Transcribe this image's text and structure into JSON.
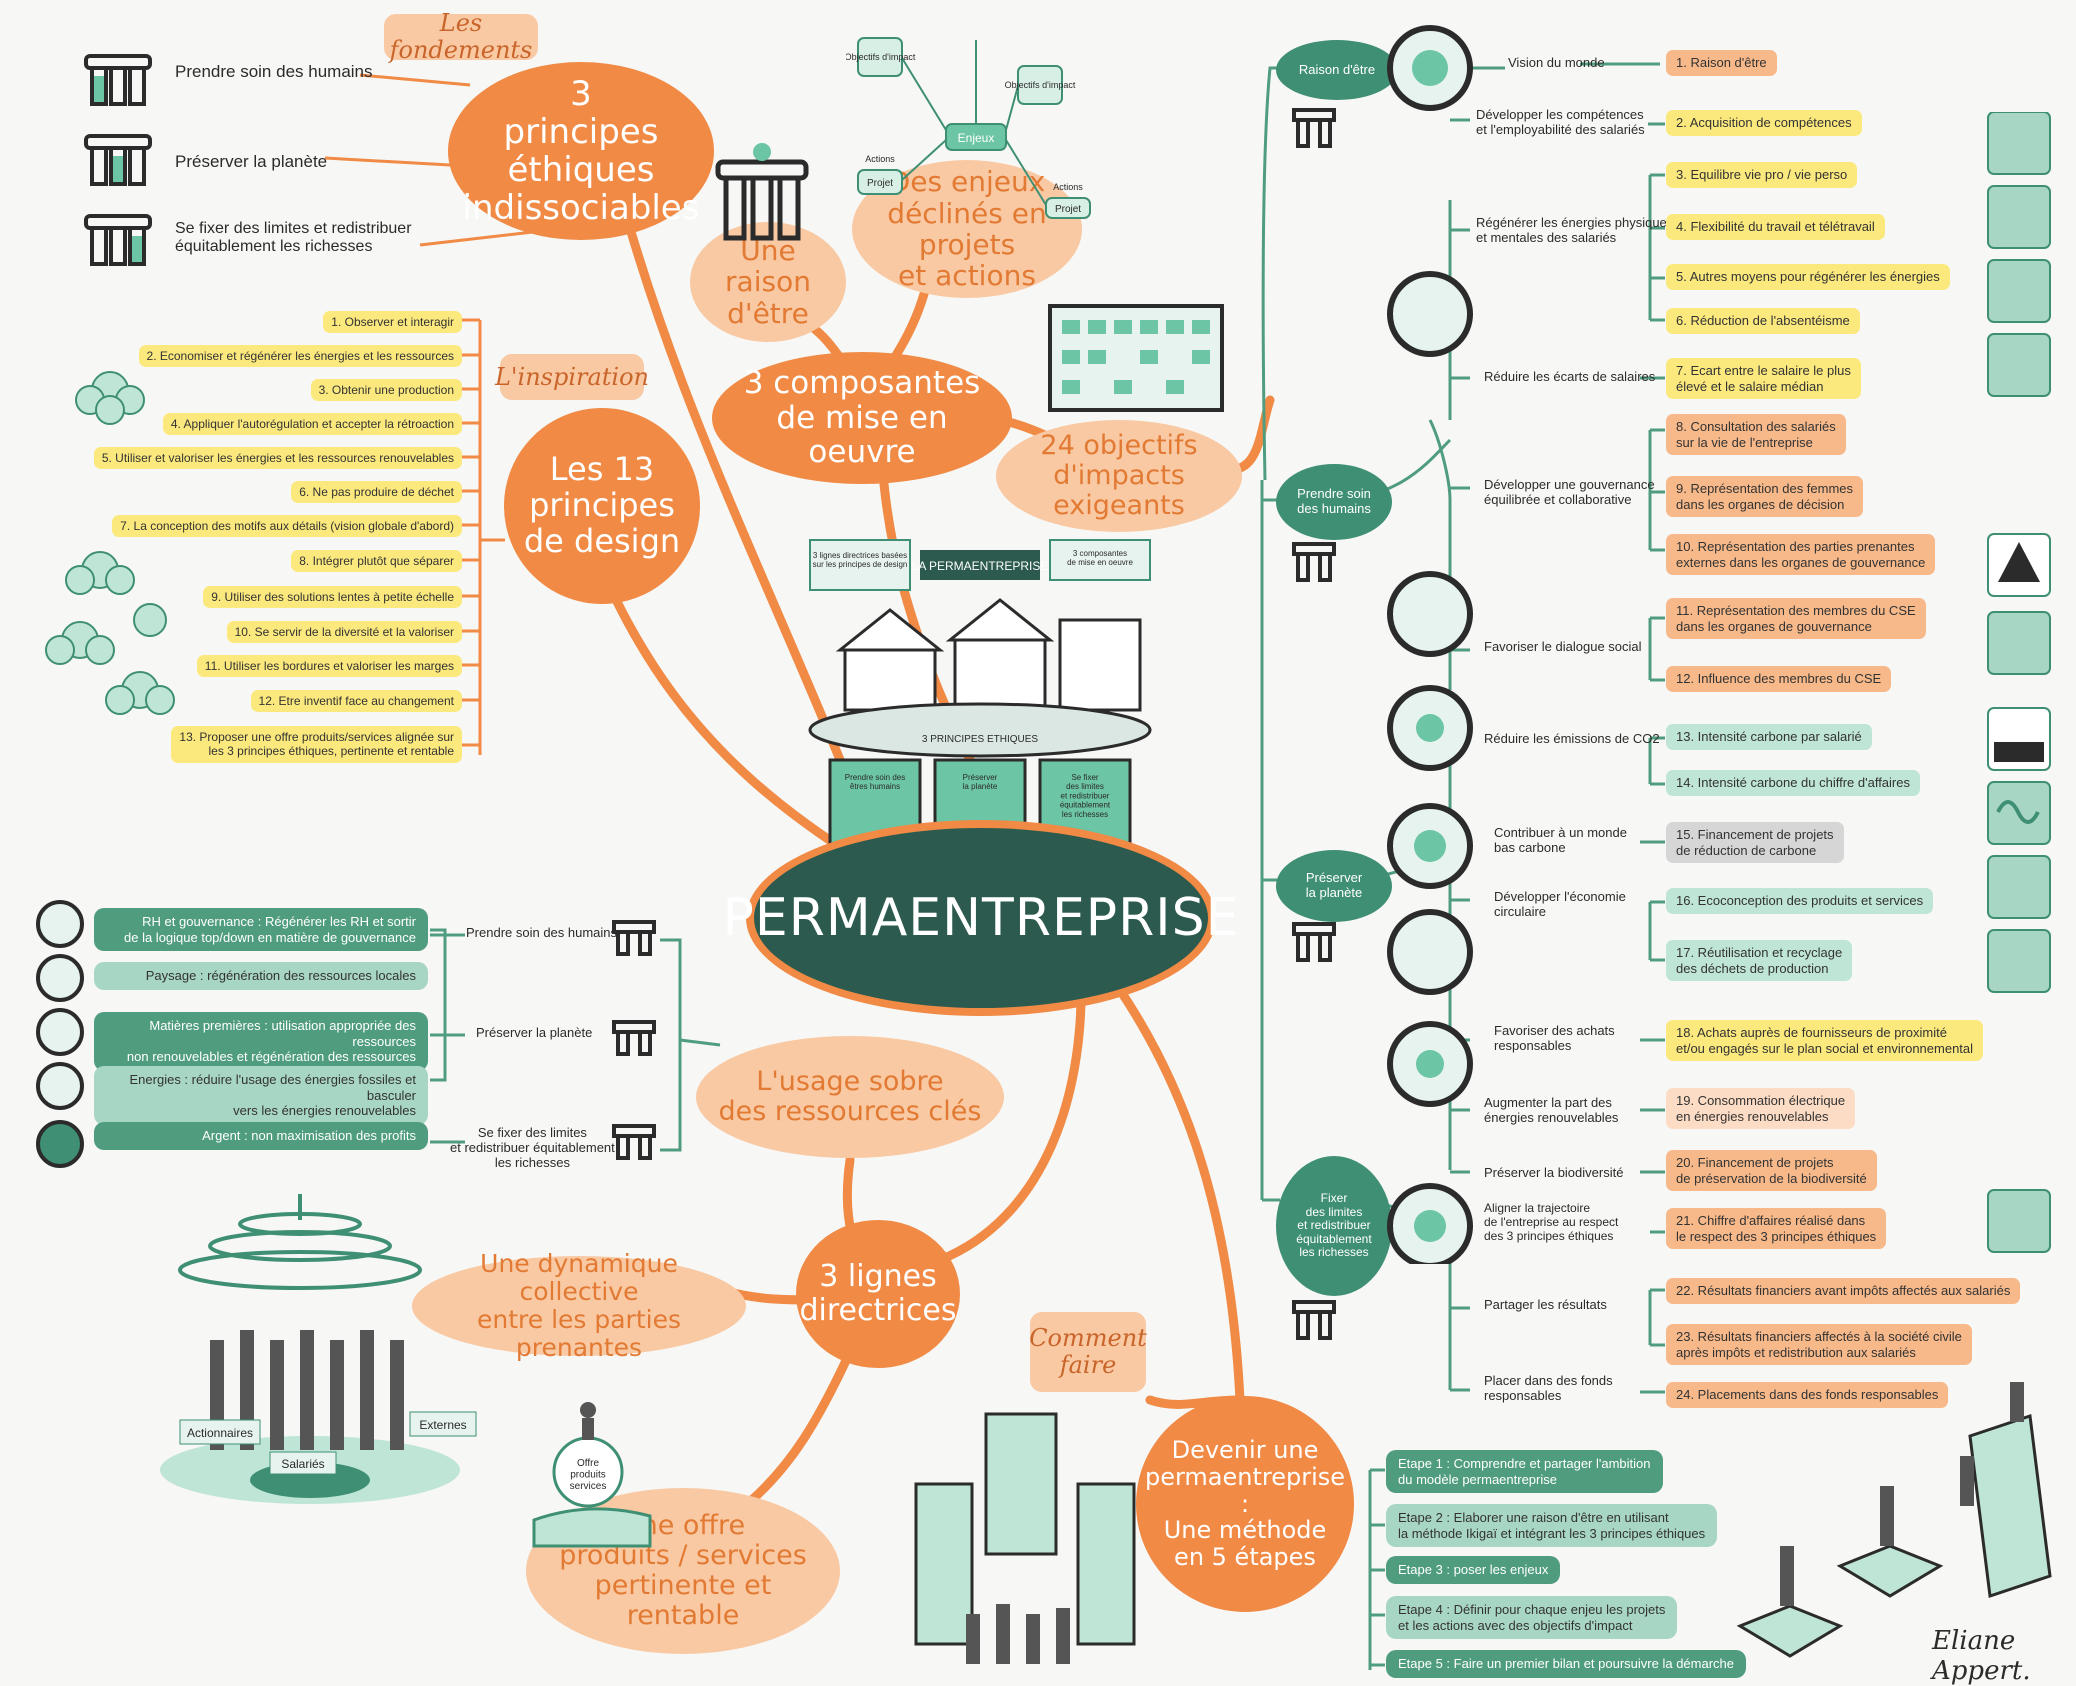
{
  "center": {
    "label": "PERMAENTREPRISE"
  },
  "fondements": {
    "tag": "Les fondements",
    "node": "3\nprincipes éthiques\nindissociables",
    "items": [
      "Prendre soin des humains",
      "Préserver la planète",
      "Se fixer des limites et redistribuer\néquitablement les richesses"
    ]
  },
  "composantes": {
    "node": "3 composantes\nde mise en oeuvre",
    "raison": "Une raison\nd'être",
    "enjeux": "Des enjeux\ndéclinés en projets\net actions",
    "objectifs": "24 objectifs\nd'impacts exigeants",
    "enjeux_labels": [
      "Objectifs d'impact",
      "Enjeux",
      "Objectifs d'impact",
      "Actions",
      "Projet",
      "Actions",
      "Projet"
    ]
  },
  "inspiration": {
    "tag": "L'inspiration",
    "node": "Les 13\nprincipes\nde design",
    "items": [
      "1. Observer et interagir",
      "2. Economiser et régénérer les énergies et les ressources",
      "3. Obtenir une production",
      "4. Appliquer l'autorégulation et accepter la rétroaction",
      "5. Utiliser et valoriser les énergies et les ressources renouvelables",
      "6. Ne pas produire de déchet",
      "7. La conception des motifs aux détails (vision globale d'abord)",
      "8. Intégrer plutôt que séparer",
      "9. Utiliser des solutions lentes à petite échelle",
      "10. Se servir de la diversité et la valoriser",
      "11. Utiliser les bordures et valoriser les marges",
      "12. Etre inventif face au changement",
      "13. Proposer une offre produits/services alignée sur\nles 3 principes éthiques, pertinente et rentable"
    ]
  },
  "usage": {
    "node": "L'usage sobre\ndes ressources clés",
    "resources": [
      "RH et gouvernance : Régénérer les RH et sortir\nde la logique top/down en matière de gouvernance",
      "Paysage : régénération des ressources locales",
      "Matières premières : utilisation appropriée des ressources\nnon renouvelables et régénération des ressources",
      "Energies : réduire l'usage des énergies fossiles et basculer\nvers les énergies renouvelables",
      "Argent : non maximisation des profits"
    ],
    "ethics": [
      "Prendre soin des humains",
      "Préserver la planète",
      "Se fixer des limites\net redistribuer équitablement\nles richesses"
    ]
  },
  "lignes": {
    "node": "3 lignes\ndirectrices",
    "dynamique": "Une dynamique collective\nentre les parties prenantes",
    "offre": "Une offre\nproduits / services\npertinente et rentable",
    "offre_label": "Offre\nproduits\nservices",
    "stakeholders": [
      "Actionnaires",
      "Salariés",
      "Externes"
    ]
  },
  "methode": {
    "tag": "Comment\nfaire",
    "node": "Devenir une\npermaentreprise :\nUne méthode\nen 5 étapes",
    "steps": [
      "Etape 1 : Comprendre et partager l'ambition\ndu modèle permaentreprise",
      "Etape 2 : Elaborer une raison d'être en utilisant\nla méthode Ikigaï et intégrant les 3 principes éthiques",
      "Etape 3 : poser les enjeux",
      "Etape 4 : Définir pour chaque enjeu les projets\net les actions avec des objectifs d'impact",
      "Etape 5 : Faire un premier bilan et poursuivre la démarche"
    ]
  },
  "building": {
    "top_left": "3 lignes directrices basées\nsur les principes de design",
    "top_mid": "LA PERMAENTREPRISE",
    "top_right": "3 composantes\nde mise en oeuvre",
    "ring": "3 PRINCIPES ETHIQUES",
    "pillars": [
      "Prendre soin des\nêtres humains",
      "Préserver\nla planète",
      "Se fixer\ndes limites\net redistribuer\néquitablement\nles richesses"
    ]
  },
  "objectifs_tree": {
    "groups": [
      {
        "label": "Raison d'être",
        "branches": [
          {
            "label": "Vision du monde",
            "objectives": [
              {
                "text": "1. Raison d'être",
                "color": "orange"
              }
            ]
          }
        ]
      },
      {
        "label": "Prendre soin\ndes humains",
        "branches": [
          {
            "label": "Développer les compétences\net l'employabilité des salariés",
            "objectives": [
              {
                "text": "2. Acquisition de compétences",
                "color": "yellow"
              }
            ]
          },
          {
            "label": "Régénérer les énergies physiques\net mentales des salariés",
            "objectives": [
              {
                "text": "3. Equilibre vie pro / vie perso",
                "color": "yellow"
              },
              {
                "text": "4. Flexibilité du travail et télétravail",
                "color": "yellow"
              },
              {
                "text": "5. Autres moyens pour régénérer les énergies",
                "color": "yellow"
              },
              {
                "text": "6. Réduction de l'absentéisme",
                "color": "yellow"
              }
            ]
          },
          {
            "label": "Réduire les écarts de salaires",
            "objectives": [
              {
                "text": "7. Ecart entre le salaire le plus\nélevé et le salaire médian",
                "color": "yellow"
              }
            ]
          },
          {
            "label": "Développer une gouvernance\néquilibrée et collaborative",
            "objectives": [
              {
                "text": "8. Consultation des salariés\nsur la vie de l'entreprise",
                "color": "orange"
              },
              {
                "text": "9. Représentation des femmes\ndans les organes de décision",
                "color": "orange"
              },
              {
                "text": "10. Représentation des parties prenantes\nexternes dans les organes de gouvernance",
                "color": "orange"
              }
            ]
          },
          {
            "label": "Favoriser le dialogue social",
            "objectives": [
              {
                "text": "11. Représentation des membres du CSE\ndans les organes de gouvernance",
                "color": "orange"
              },
              {
                "text": "12. Influence des membres du CSE",
                "color": "orange"
              }
            ]
          }
        ]
      },
      {
        "label": "Préserver\nla planète",
        "branches": [
          {
            "label": "Réduire les émissions de CO2",
            "objectives": [
              {
                "text": "13. Intensité carbone par salarié",
                "color": "mint"
              },
              {
                "text": "14. Intensité carbone du chiffre d'affaires",
                "color": "mint"
              }
            ]
          },
          {
            "label": "Contribuer à un monde\nbas carbone",
            "objectives": [
              {
                "text": "15. Financement de projets\nde réduction de carbone",
                "color": "gray"
              }
            ]
          },
          {
            "label": "Développer l'économie\ncirculaire",
            "objectives": [
              {
                "text": "16. Ecoconception des produits et services",
                "color": "mint"
              },
              {
                "text": "17. Réutilisation et recyclage\ndes déchets de production",
                "color": "mint"
              }
            ]
          },
          {
            "label": "Favoriser des achats\nresponsables",
            "objectives": [
              {
                "text": "18. Achats auprès de fournisseurs de proximité\net/ou engagés sur le plan social et environnemental",
                "color": "yellow"
              }
            ]
          },
          {
            "label": "Augmenter la part des\nénergies renouvelables",
            "objectives": [
              {
                "text": "19. Consommation électrique\nen énergies renouvelables",
                "color": "lightorange"
              }
            ]
          },
          {
            "label": "Préserver la biodiversité",
            "objectives": [
              {
                "text": "20. Financement de projets\nde préservation de la biodiversité",
                "color": "orange"
              }
            ]
          }
        ]
      },
      {
        "label": "Fixer\ndes limites\net redistribuer\néquitablement\nles richesses",
        "branches": [
          {
            "label": "Aligner la trajectoire\nde l'entreprise au respect\ndes 3 principes éthiques",
            "objectives": [
              {
                "text": "21. Chiffre d'affaires réalisé dans\nle respect des 3 principes éthiques",
                "color": "orange"
              }
            ]
          },
          {
            "label": "Partager les résultats",
            "objectives": [
              {
                "text": "22. Résultats financiers avant impôts affectés aux salariés",
                "color": "orange"
              },
              {
                "text": "23. Résultats financiers affectés à la société civile\naprès impôts et redistribution aux salariés",
                "color": "orange"
              }
            ]
          },
          {
            "label": "Placer dans des fonds\nresponsables",
            "objectives": [
              {
                "text": "24. Placements dans des fonds responsables",
                "color": "orange"
              }
            ]
          }
        ]
      }
    ]
  },
  "signature": "Eliane Appert.",
  "colors": {
    "orange": "#f08a45",
    "light_orange": "#f9c9a3",
    "dark_green": "#2c5a4e",
    "mint": "#bfe5d6",
    "yellow": "#fbe97e",
    "green": "#3f8f74"
  },
  "icons": [
    "pillar-temple-icon",
    "flower-cluster-icon",
    "people-icon",
    "planet-icon",
    "mountain-icon",
    "recycle-icon",
    "spiral-icon"
  ]
}
